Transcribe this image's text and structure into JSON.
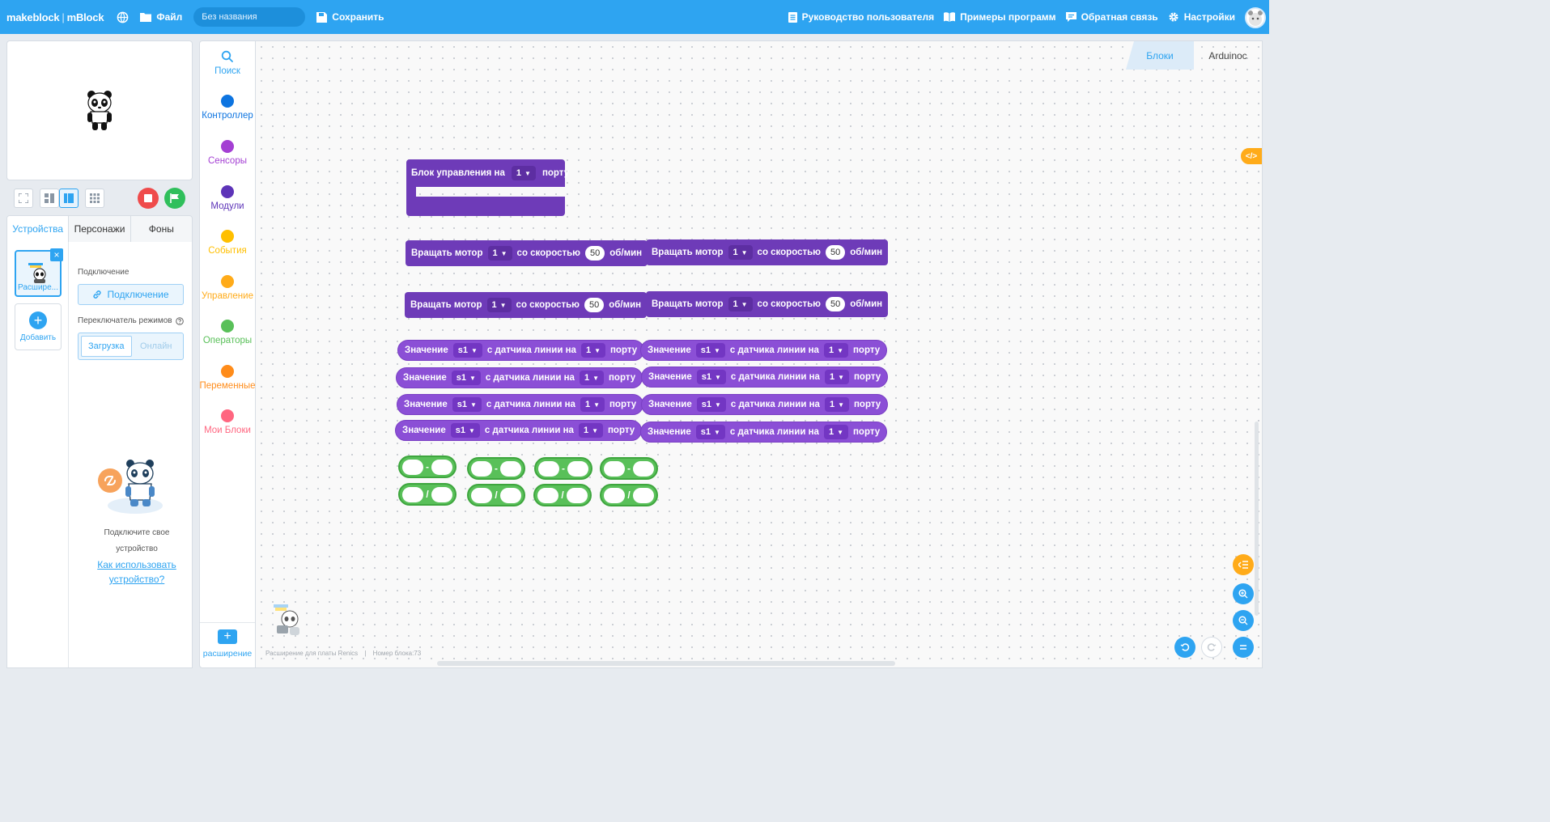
{
  "app": {
    "brand": "makeblock",
    "product": "mBlock",
    "file_label": "Файл",
    "project_placeholder": "Без названия",
    "save_label": "Сохранить",
    "guide_label": "Руководство пользователя",
    "examples_label": "Примеры программ",
    "feedback_label": "Обратная связь",
    "settings_label": "Настройки"
  },
  "sprite_tabs": [
    "Устройства",
    "Персонажи",
    "Фоны"
  ],
  "devices": {
    "current_device_label": "Расшире...",
    "add_label": "Добавить",
    "connection_title": "Подключение",
    "connect_button": "Подключение",
    "mode_switch_title": "Переключатель режимов",
    "mode_options": [
      "Загрузка",
      "Онлайн"
    ],
    "hint_text": "Подключите свое устройство",
    "hint_link": "Как использовать устройство?"
  },
  "categories": [
    {
      "label": "Поиск",
      "color": "#2ea4f1"
    },
    {
      "label": "Контроллер",
      "color": "#0d74e0"
    },
    {
      "label": "Сенсоры",
      "color": "#a43fd3"
    },
    {
      "label": "Модули",
      "color": "#5d34b8"
    },
    {
      "label": "События",
      "color": "#ffbf00"
    },
    {
      "label": "Управление",
      "color": "#ffab19"
    },
    {
      "label": "Операторы",
      "color": "#59c059"
    },
    {
      "label": "Переменные",
      "color": "#ff8c1a"
    },
    {
      "label": "Мои Блоки",
      "color": "#ff6680"
    }
  ],
  "extension_label": "расширение",
  "code_tabs": [
    "Блоки",
    "Arduinoc"
  ],
  "code_toggle": "</>",
  "blocks": {
    "control_block": {
      "text1": "Блок управления на",
      "port": "1",
      "text2": "порту"
    },
    "motor_block": {
      "text1": "Вращать мотор",
      "motor": "1",
      "text2": "со скоростью",
      "speed": "50",
      "unit": "об/мин"
    },
    "line_sensor_block": {
      "text1": "Значение",
      "sensor": "s1",
      "text2": "с датчика линии на",
      "port": "1",
      "text3": "порту"
    },
    "operator_minus": "-",
    "operator_divide": "/"
  },
  "status": {
    "extension_info": "Расширение для платы Renics",
    "block_count": "Номер блока:73"
  }
}
